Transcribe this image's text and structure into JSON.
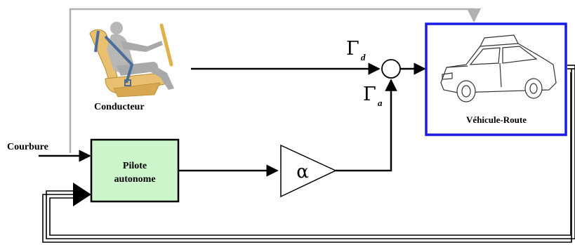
{
  "diagram": {
    "labels": {
      "conducteur": "Conducteur",
      "vehicule_route": "Véhicule-Route",
      "courbure": "Courbure",
      "pilote_line1": "Pilote",
      "pilote_line2": "autonome",
      "gain": "α",
      "gamma_symbol": "Γ",
      "gamma_d_sub": "d",
      "gamma_a_sub": "a"
    },
    "colors": {
      "line": "#000000",
      "feedback_gray": "#b0b0b0",
      "pilote_fill": "#ccf5cc",
      "vehicle_border": "#1a1ae6",
      "seat_blue": "#4a6d9a",
      "seat_cushion": "#e8c070",
      "driver_body": "#b7b7b7"
    },
    "icons": {
      "driver": "seated-driver-icon",
      "car": "car-sketch-icon"
    }
  }
}
